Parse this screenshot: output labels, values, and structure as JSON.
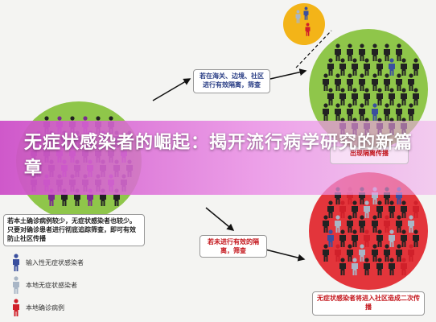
{
  "title": "无症状感染者的崛起：揭开流行病学研究的新篇章",
  "boxes": {
    "top": "若在海关、边境、社区进行有效隔离，筛查",
    "middle_right": "若未进行有效的隔离，筛查",
    "bottom_right": "无症状感染者将进入社区造成二次传播",
    "partial_right": "出现隔离传播",
    "left_info": "若本土确诊病例较少，无症状感染者也较少。只要对确诊患者进行彻底追踪筛查，即可有效防止社区传播"
  },
  "legend": [
    {
      "label": "输入性无症状感染者",
      "color": "#3a4f9e"
    },
    {
      "label": "本地无症状感染者",
      "color": "#a9b6c6"
    },
    {
      "label": "本地确诊病例",
      "color": "#d0202a"
    }
  ],
  "colors": {
    "circle_green": "#8fc64a",
    "circle_red": "#e3353b",
    "yellow_dot": "#f3b418",
    "figure_black": "#222222",
    "figure_purple": "#7a2b8e",
    "figure_red": "#d0202a",
    "figure_gray": "#a9b6c6",
    "figure_blue": "#3a4f9e"
  }
}
